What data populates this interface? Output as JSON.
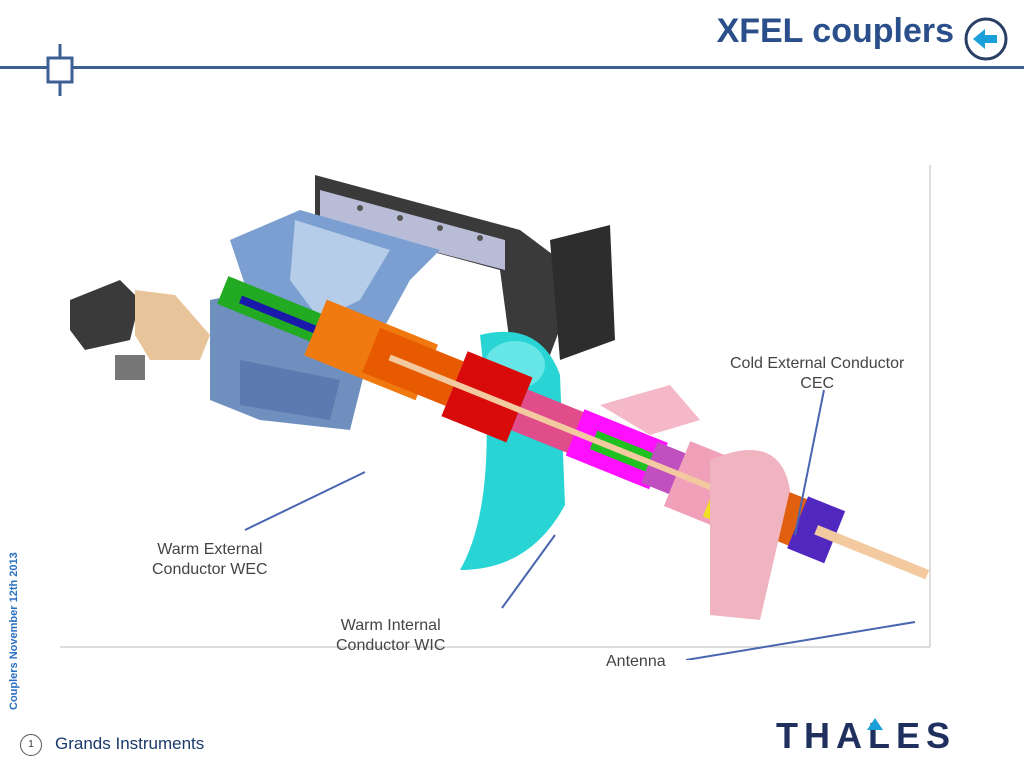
{
  "header": {
    "title": "XFEL couplers"
  },
  "sidebar": {
    "vertical_text": "Couplers November 12th 2013"
  },
  "footer": {
    "page_number": "1",
    "section": "Grands Instruments",
    "logo_text": "THALES"
  },
  "diagram": {
    "labels": {
      "cec_line1": "Cold External Conductor",
      "cec_line2": "CEC",
      "wec_line1": "Warm External",
      "wec_line2": "Conductor WEC",
      "wic_line1": "Warm Internal",
      "wic_line2": "Conductor WIC",
      "antenna": "Antenna"
    }
  },
  "colors": {
    "title": "#2a4f8a",
    "rule": "#3d5f94",
    "accent": "#1aa0d8",
    "logo": "#1f2f5e"
  }
}
